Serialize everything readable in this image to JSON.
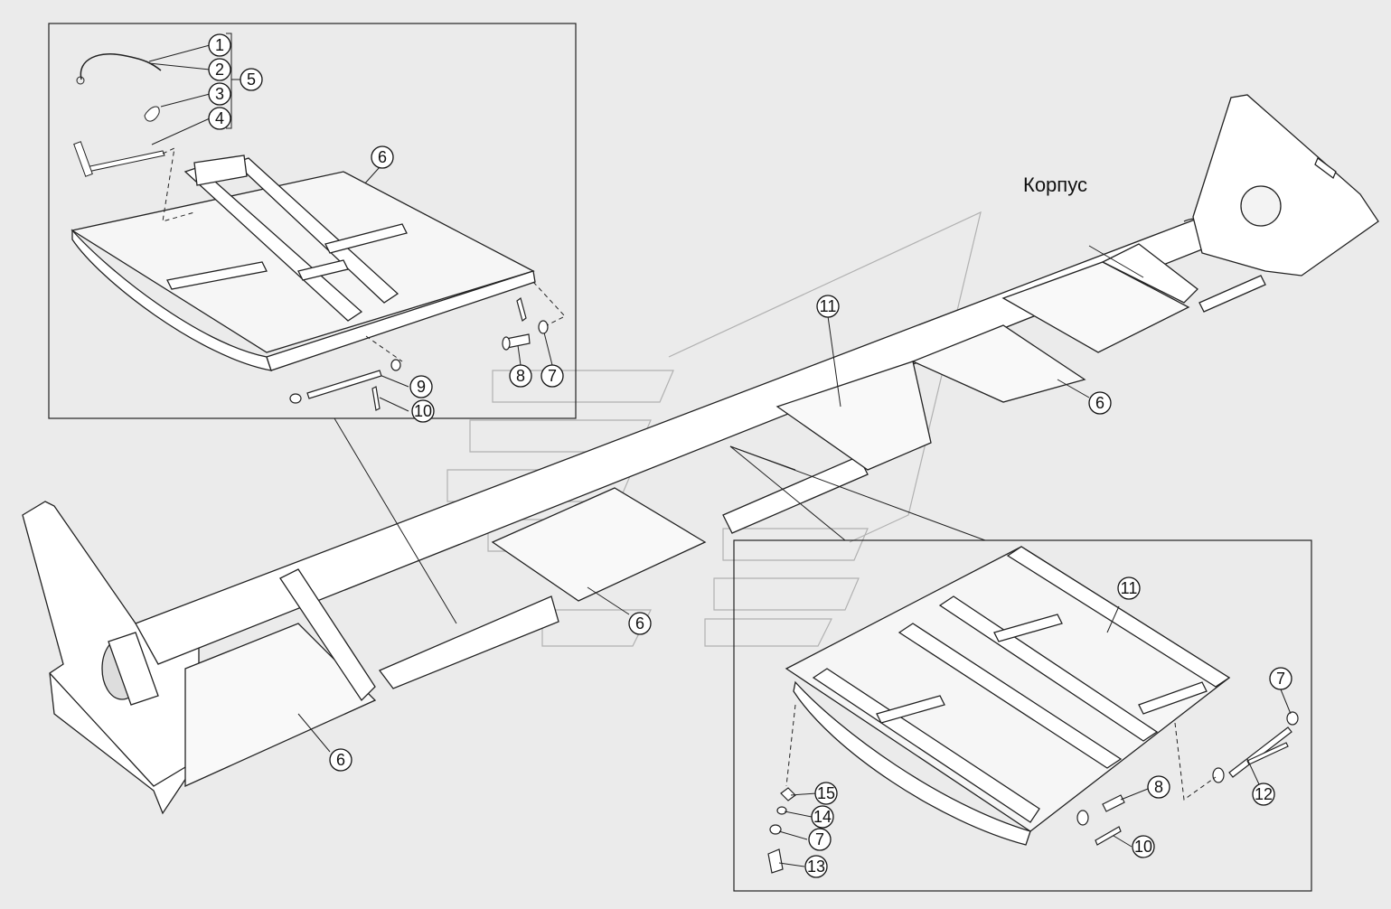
{
  "diagram": {
    "assembly_label": "Корпус",
    "callouts": {
      "c1": "1",
      "c2": "2",
      "c3": "3",
      "c4": "4",
      "c5": "5",
      "c6a": "6",
      "c7a": "7",
      "c8a": "8",
      "c9": "9",
      "c10a": "10",
      "c11a": "11",
      "c6b": "6",
      "c6c": "6",
      "c6d": "6",
      "c11b": "11",
      "c7b": "7",
      "c12": "12",
      "c8b": "8",
      "c10b": "10",
      "c15": "15",
      "c14": "14",
      "c7c": "7",
      "c13": "13"
    }
  }
}
